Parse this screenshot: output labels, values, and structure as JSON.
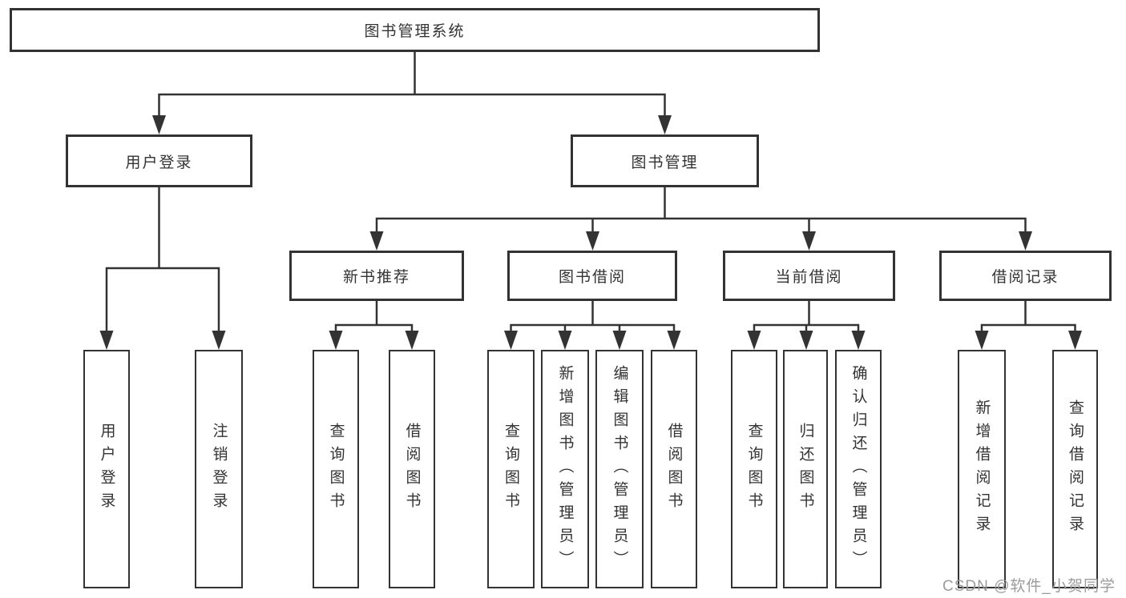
{
  "diagram": {
    "root": {
      "label": "图书管理系统"
    },
    "level2": [
      {
        "id": "user-login",
        "label": "用户登录"
      },
      {
        "id": "book-management",
        "label": "图书管理"
      }
    ],
    "level3": [
      {
        "id": "new-book-recommend",
        "label": "新书推荐"
      },
      {
        "id": "book-borrow",
        "label": "图书借阅"
      },
      {
        "id": "current-borrow",
        "label": "当前借阅"
      },
      {
        "id": "borrow-records",
        "label": "借阅记录"
      }
    ],
    "leaves": [
      {
        "label": "用户登录"
      },
      {
        "label": "注销登录"
      },
      {
        "label": "查询图书"
      },
      {
        "label": "借阅图书"
      },
      {
        "label": "查询图书"
      },
      {
        "label": "新增图书（管理员）"
      },
      {
        "label": "编辑图书（管理员）"
      },
      {
        "label": "借阅图书"
      },
      {
        "label": "查询图书"
      },
      {
        "label": "归还图书"
      },
      {
        "label": "确认归还（管理员）"
      },
      {
        "label": "新增借阅记录"
      },
      {
        "label": "查询借阅记录"
      }
    ]
  },
  "colors": {
    "line": "#333333",
    "watermark": "#9b9b9b"
  },
  "watermark": {
    "text": "CSDN @软件_小贺同学"
  }
}
